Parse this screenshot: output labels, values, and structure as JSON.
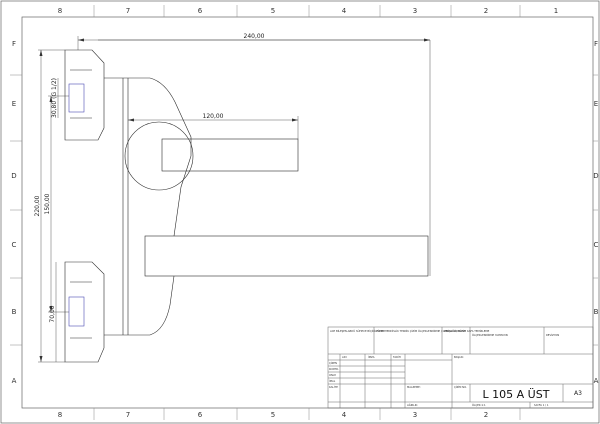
{
  "sheet": {
    "zones_top": [
      "8",
      "7",
      "6",
      "5",
      "4",
      "3",
      "2",
      "1"
    ],
    "zones_side": [
      "F",
      "E",
      "D",
      "C",
      "B",
      "A"
    ]
  },
  "dimensions": {
    "overall_width": "240,00",
    "handle_width": "120,00",
    "thread": "30,80 (G 1/2)",
    "overall_height": "220,00",
    "centers": "150,00",
    "bottom": "70,00"
  },
  "title_block": {
    "company": "ACE BİLEŞEN-ABDÜ SÜHECE BİÇİCİLER MUHENDİSLİK TEKNİK ÇİZİM ÖLÇEKLENDİRME / GENİŞLİĞİ / KÜBİK",
    "surface": "YÜZEY",
    "edges": "KENAR KIRMA VE KAFA TEMİZLEME",
    "no_scale": "ÖLÇEKLENDİRME YAPMAYIN",
    "revision": "REVİZYON",
    "col_name": "ADI",
    "col_sign": "İMZA",
    "col_date": "TARİH",
    "row_draw": "ÇİZEN",
    "row_check": "KONTR.",
    "row_approve": "ONAY",
    "row_mfg": "İMAL",
    "row_quality": "KALİTE",
    "title_label": "BAŞLIK:",
    "material": "MALZEME:",
    "drawing_no_label": "ÇİZİM NO.",
    "part_number": "L 105 A ÜST",
    "sheet_size": "A3",
    "weight": "AĞIRLIK:",
    "scale": "ÖLÇEK:1:1",
    "page": "SAYFA 1 / 1"
  }
}
